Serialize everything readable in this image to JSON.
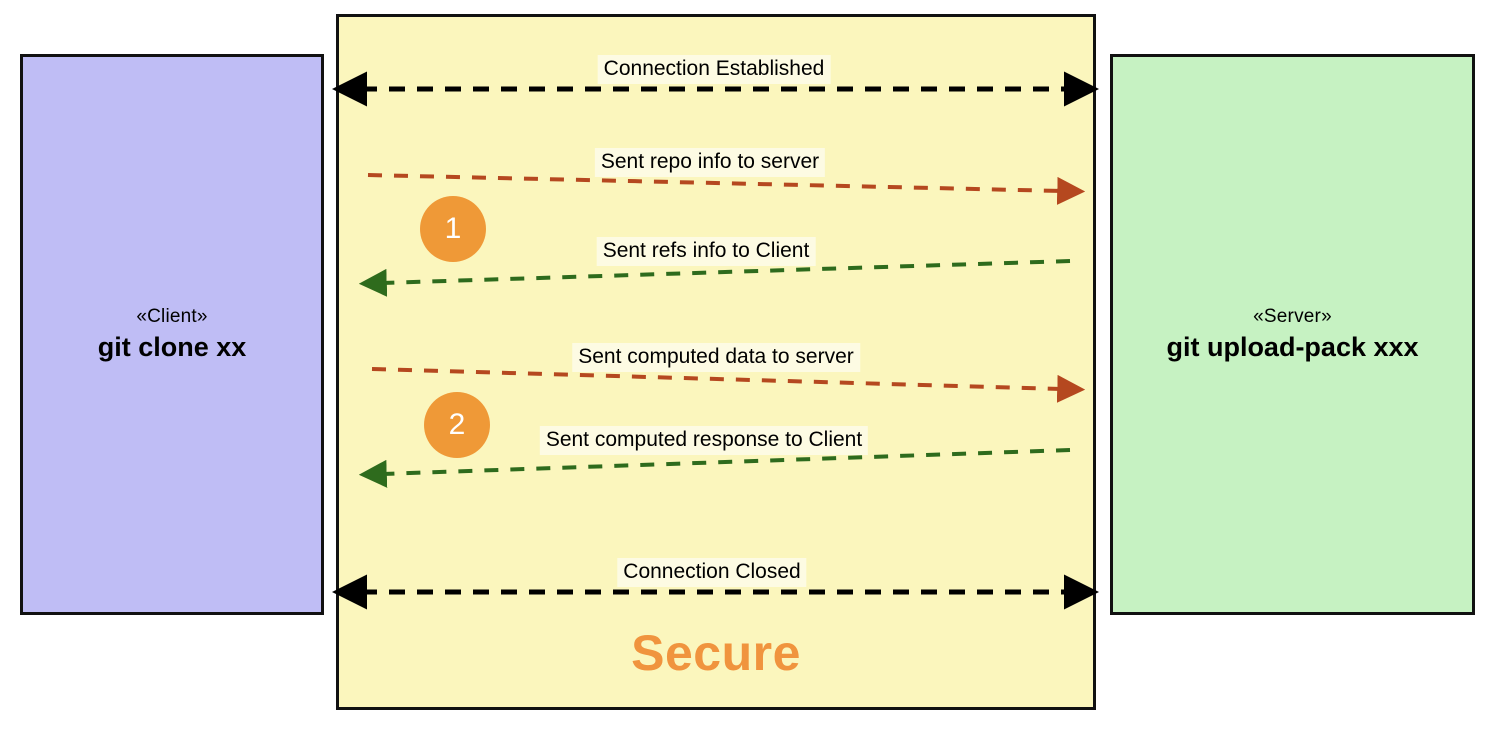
{
  "diagram": {
    "type": "sequence-diagram",
    "footer_title": "Secure",
    "colors": {
      "client_fill": "#bfbdf5",
      "server_fill": "#c6f2c2",
      "channel_fill": "#fbf6bd",
      "label_fill": "#fdfbe3",
      "badge_fill": "#ef9937",
      "accent_orange": "#f0943e",
      "border": "#111111",
      "arrow_black": "#000000",
      "arrow_red": "#b5481f",
      "arrow_green": "#2e6b1d"
    }
  },
  "client": {
    "stereotype": "«Client»",
    "name": "git clone xx"
  },
  "server": {
    "stereotype": "«Server»",
    "name": "git upload-pack xxx"
  },
  "messages": [
    {
      "id": "connection-established",
      "label": "Connection Established",
      "direction": "bidirectional",
      "color": "#000000"
    },
    {
      "id": "sent-repo-info",
      "label": "Sent repo info to server",
      "direction": "client-to-server",
      "color": "#b5481f"
    },
    {
      "id": "sent-refs-info",
      "label": "Sent refs info to Client",
      "direction": "server-to-client",
      "color": "#2e6b1d"
    },
    {
      "id": "sent-computed-data",
      "label": "Sent computed data to server",
      "direction": "client-to-server",
      "color": "#b5481f"
    },
    {
      "id": "sent-computed-response",
      "label": "Sent computed response to Client",
      "direction": "server-to-client",
      "color": "#2e6b1d"
    },
    {
      "id": "connection-closed",
      "label": "Connection Closed",
      "direction": "bidirectional",
      "color": "#000000"
    }
  ],
  "steps": [
    {
      "id": "step-1",
      "number": "1"
    },
    {
      "id": "step-2",
      "number": "2"
    }
  ]
}
